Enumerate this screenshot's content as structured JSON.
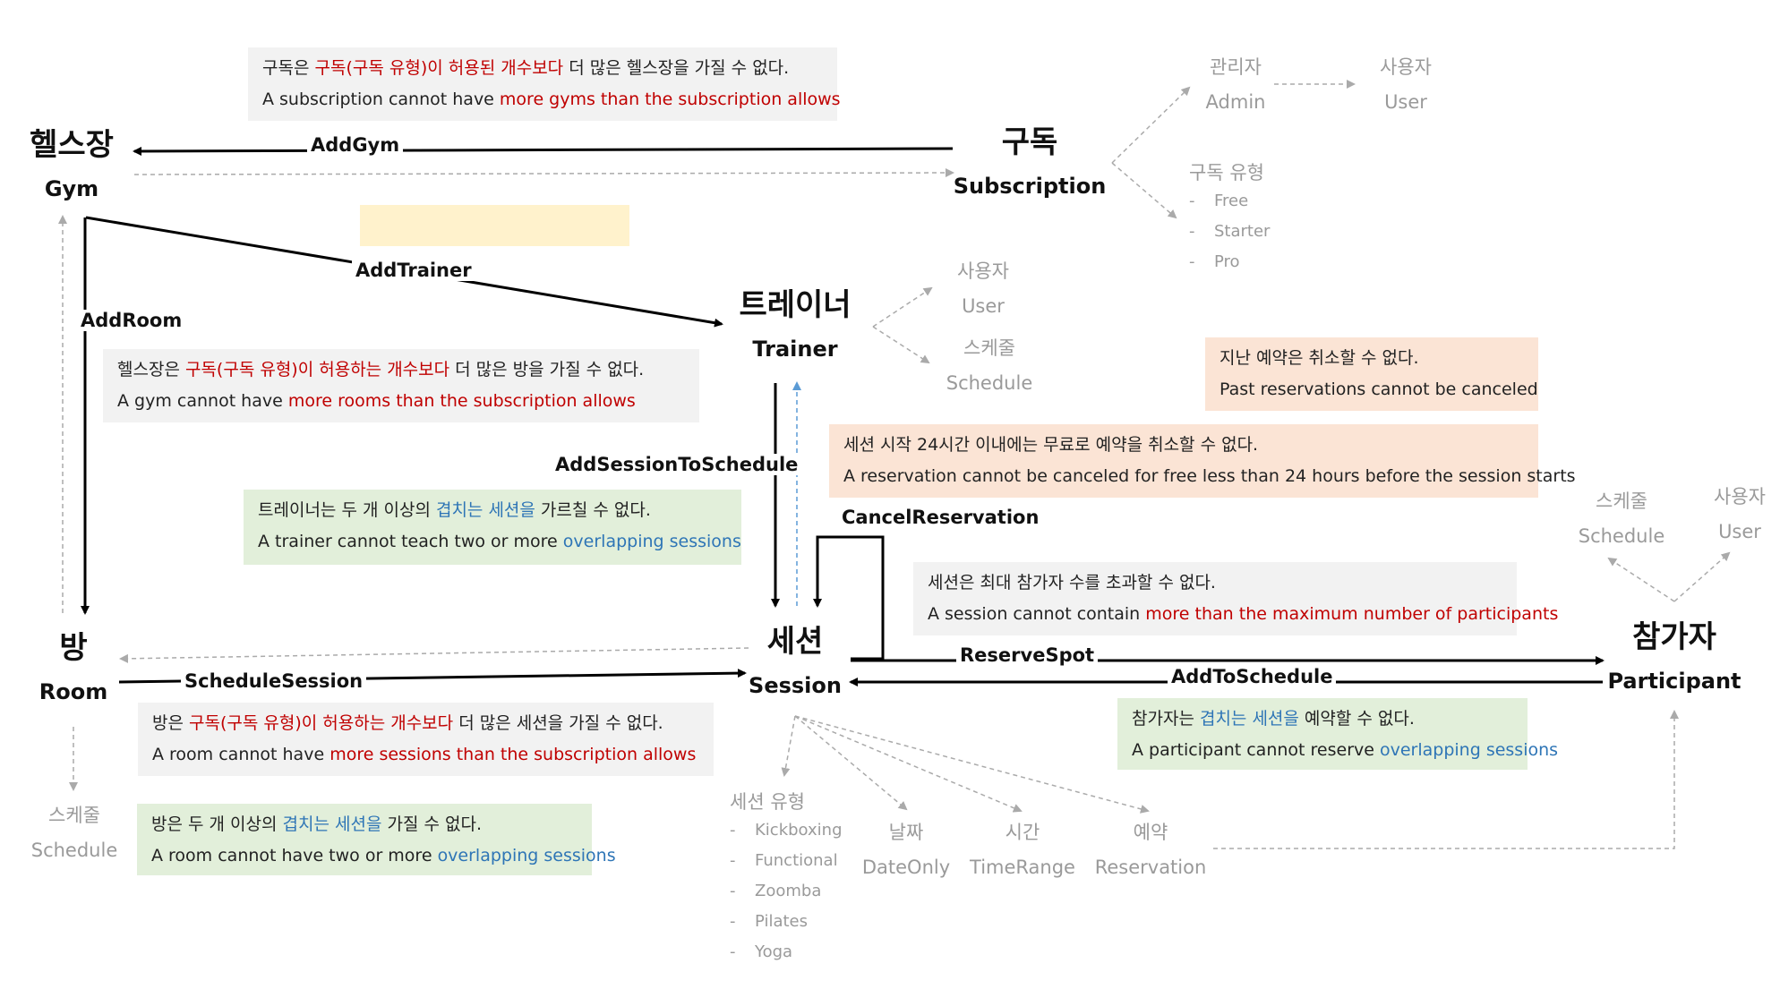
{
  "colors": {
    "emphasis_red": "#c00000",
    "emphasis_blue": "#2e75b6",
    "note_gray": "#f2f2f2",
    "note_green": "#e2efda",
    "note_orange": "#fbe4d5",
    "highlight_yellow": "#fff2cc",
    "attribute_gray": "#9a9a9a"
  },
  "entities": {
    "gym": {
      "ko": "헬스장",
      "en": "Gym"
    },
    "subscription": {
      "ko": "구독",
      "en": "Subscription"
    },
    "trainer": {
      "ko": "트레이너",
      "en": "Trainer"
    },
    "room": {
      "ko": "방",
      "en": "Room"
    },
    "session": {
      "ko": "세션",
      "en": "Session"
    },
    "participant": {
      "ko": "참가자",
      "en": "Participant"
    }
  },
  "attributes": {
    "admin": {
      "ko": "관리자",
      "en": "Admin"
    },
    "admin_user": {
      "ko": "사용자",
      "en": "User"
    },
    "subscription_type": {
      "ko": "구독 유형",
      "items": [
        "Free",
        "Starter",
        "Pro"
      ]
    },
    "trainer_user": {
      "ko": "사용자",
      "en": "User"
    },
    "trainer_schedule": {
      "ko": "스케줄",
      "en": "Schedule"
    },
    "participant_schedule": {
      "ko": "스케줄",
      "en": "Schedule"
    },
    "participant_user": {
      "ko": "사용자",
      "en": "User"
    },
    "room_schedule": {
      "ko": "스케줄",
      "en": "Schedule"
    },
    "session_type": {
      "ko": "세션 유형",
      "items": [
        "Kickboxing",
        "Functional",
        "Zoomba",
        "Pilates",
        "Yoga"
      ]
    },
    "session_date": {
      "ko": "날짜",
      "en": "DateOnly"
    },
    "session_time": {
      "ko": "시간",
      "en": "TimeRange"
    },
    "session_reservation": {
      "ko": "예약",
      "en": "Reservation"
    }
  },
  "commands": {
    "add_gym": "AddGym",
    "add_trainer": "AddTrainer",
    "add_room": "AddRoom",
    "add_session_to_schedule": "AddSessionToSchedule",
    "cancel_reservation": "CancelReservation",
    "schedule_session": "ScheduleSession",
    "reserve_spot": "ReserveSpot",
    "add_to_schedule": "AddToSchedule"
  },
  "rules": {
    "subscription_gyms": {
      "ko_a": "구독은 ",
      "ko_b": "구독(구독 유형)이 허용된 개수보다",
      "ko_c": " 더 많은 헬스장을 가질 수 없다.",
      "en_a": "A subscription cannot have ",
      "en_b": "more gyms than the subscription allows",
      "en_c": ""
    },
    "gym_rooms": {
      "ko_a": "헬스장은 ",
      "ko_b": "구독(구독 유형)이 허용하는 개수보다",
      "ko_c": " 더 많은 방을 가질 수 없다.",
      "en_a": "A gym cannot have ",
      "en_b": "more rooms than the subscription allows",
      "en_c": ""
    },
    "trainer_overlap": {
      "ko_a": "트레이너는 두 개 이상의 ",
      "ko_b": "겹치는 세션을",
      "ko_c": " 가르칠 수 없다.",
      "en_a": "A trainer cannot teach two or more ",
      "en_b": "overlapping sessions",
      "en_c": ""
    },
    "past_reservation": {
      "ko": "지난 예약은 취소할 수 없다.",
      "en": "Past reservations cannot be canceled"
    },
    "free_cancel": {
      "ko": "세션 시작 24시간 이내에는 무료로 예약을 취소할 수 없다.",
      "en": "A reservation cannot be canceled for free less than 24 hours before the session starts"
    },
    "max_participants": {
      "ko": "세션은 최대 참가자 수를 초과할 수 없다.",
      "en_a": "A session cannot contain ",
      "en_b": "more than the maximum number of participants",
      "en_c": ""
    },
    "room_sessions": {
      "ko_a": "방은 ",
      "ko_b": "구독(구독 유형)이 허용하는 개수보다",
      "ko_c": " 더 많은 세션을 가질 수 없다.",
      "en_a": "A room cannot have ",
      "en_b": "more sessions than the subscription allows",
      "en_c": ""
    },
    "room_overlap": {
      "ko_a": "방은 두 개 이상의 ",
      "ko_b": "겹치는 세션을",
      "ko_c": " 가질 수 없다.",
      "en_a": "A room cannot have two or more ",
      "en_b": "overlapping sessions",
      "en_c": ""
    },
    "participant_overlap": {
      "ko_a": "참가자는 ",
      "ko_b": "겹치는 세션을",
      "ko_c": " 예약할 수 없다.",
      "en_a": "A participant cannot reserve ",
      "en_b": "overlapping sessions",
      "en_c": ""
    }
  }
}
